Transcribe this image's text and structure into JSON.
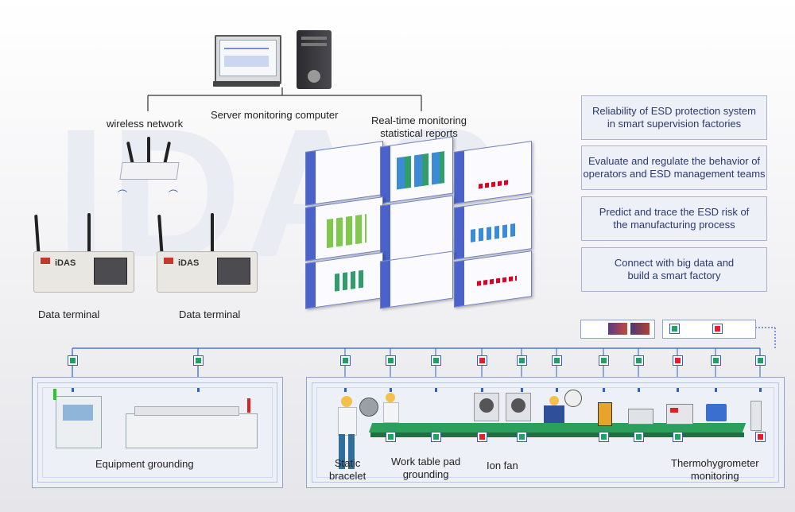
{
  "watermark": "IDAS",
  "labels": {
    "server": "Server monitoring computer",
    "wireless": "wireless network",
    "realtime_line1": "Real-time monitoring",
    "realtime_line2": "statistical reports",
    "terminal1": "Data terminal",
    "terminal2": "Data terminal",
    "equipment": "Equipment grounding",
    "static_line1": "Static",
    "static_line2": "bracelet",
    "worktable_line1": "Work table pad",
    "worktable_line2": "grounding",
    "ionfan": "Ion fan",
    "thermo_line1": "Thermohygrometer",
    "thermo_line2": "monitoring",
    "terminal_brand": "iDAS"
  },
  "info_boxes": [
    {
      "line1": "Reliability of ESD protection system",
      "line2": "in smart supervision factories"
    },
    {
      "line1": "Evaluate and regulate the behavior of",
      "line2": "operators and ESD management teams"
    },
    {
      "line1": "Predict and trace the ESD risk of",
      "line2": "the manufacturing process"
    },
    {
      "line1": "Connect with big data and",
      "line2": "build a smart factory"
    }
  ],
  "top_nodes": [
    "green",
    "green",
    "green",
    "green",
    "green",
    "red",
    "green",
    "green",
    "green",
    "green",
    "red",
    "green",
    "green"
  ],
  "line_nodes": [
    "green",
    "green",
    "red",
    "green",
    "green",
    "green",
    "green",
    "red"
  ],
  "colors": {
    "green": "#1f9f6a",
    "red": "#e0202a",
    "link": "#2f61c8",
    "panel_border": "#8fa3c9"
  }
}
